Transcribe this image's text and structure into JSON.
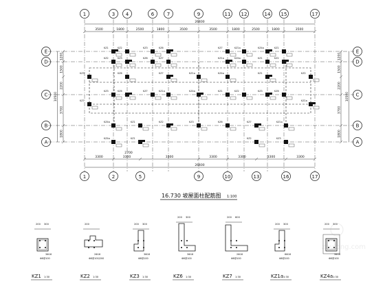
{
  "plan": {
    "title": "16.730 坡屋面柱配筋图",
    "scale": "1:100",
    "top_axes": [
      "1",
      "3",
      "4",
      "6",
      "7",
      "9",
      "11",
      "12",
      "14",
      "15",
      "17"
    ],
    "bottom_axes": [
      "1",
      "2",
      "5",
      "9",
      "10",
      "13",
      "16",
      "17"
    ],
    "left_axes": [
      "E",
      "D",
      "C",
      "B",
      "A"
    ],
    "right_axes": [
      "E",
      "D",
      "C",
      "B",
      "A"
    ],
    "top_total": "26400",
    "bottom_total": "26400",
    "top_dims": [
      "3500",
      "1800",
      "2500",
      "1800",
      "3500",
      "3500",
      "1800",
      "2500",
      "1800",
      "3500"
    ],
    "bottom_dims": [
      "3300",
      "3300",
      "3300",
      "3300",
      "3300",
      "3300",
      "3300",
      "3300"
    ],
    "left_total": "10500",
    "right_total": "10500",
    "left_dims": [
      "1200",
      "1500",
      "2200",
      "3700",
      "1800"
    ],
    "right_dims": [
      "1200",
      "1500",
      "2200",
      "3700",
      "1800"
    ],
    "inner_dim": "2700",
    "col_tags": [
      "KZ1",
      "KZ2",
      "KZ3",
      "KZ6",
      "KZ7",
      "KZ1a",
      "KZ4a"
    ]
  },
  "details": [
    {
      "label": "KZ1",
      "scale": "1:30",
      "dims": [
        "200",
        "300"
      ],
      "bar": "3Φ16",
      "stirrup": "Φ8@100"
    },
    {
      "label": "KZ2",
      "scale": "1:30",
      "dims": [
        "200"
      ],
      "bar": "2Φ16",
      "stirrup": "Φ8@100/200"
    },
    {
      "label": "KZ3",
      "scale": "1:30",
      "dims": [
        "200",
        "300"
      ],
      "bar": "3Φ16",
      "stirrup": "Φ8@100"
    },
    {
      "label": "KZ6",
      "scale": "1:30",
      "dims": [
        "200",
        "300"
      ],
      "bar": "3Φ16",
      "stirrup": "Φ8@100"
    },
    {
      "label": "KZ7",
      "scale": "1:30",
      "dims": [
        "200",
        "600"
      ],
      "bar": "2Φ16",
      "stirrup": "Φ8@100"
    },
    {
      "label": "KZ1a",
      "scale": "1:30",
      "dims": [
        "200",
        "300"
      ],
      "bar": "6Φ16",
      "stirrup": "Φ8@100"
    },
    {
      "label": "KZ4a",
      "scale": "1:30",
      "dims": [
        "200",
        "300"
      ],
      "bar": "3Φ16",
      "stirrup": "Φ8@100"
    }
  ],
  "watermark": "zhulong.com"
}
